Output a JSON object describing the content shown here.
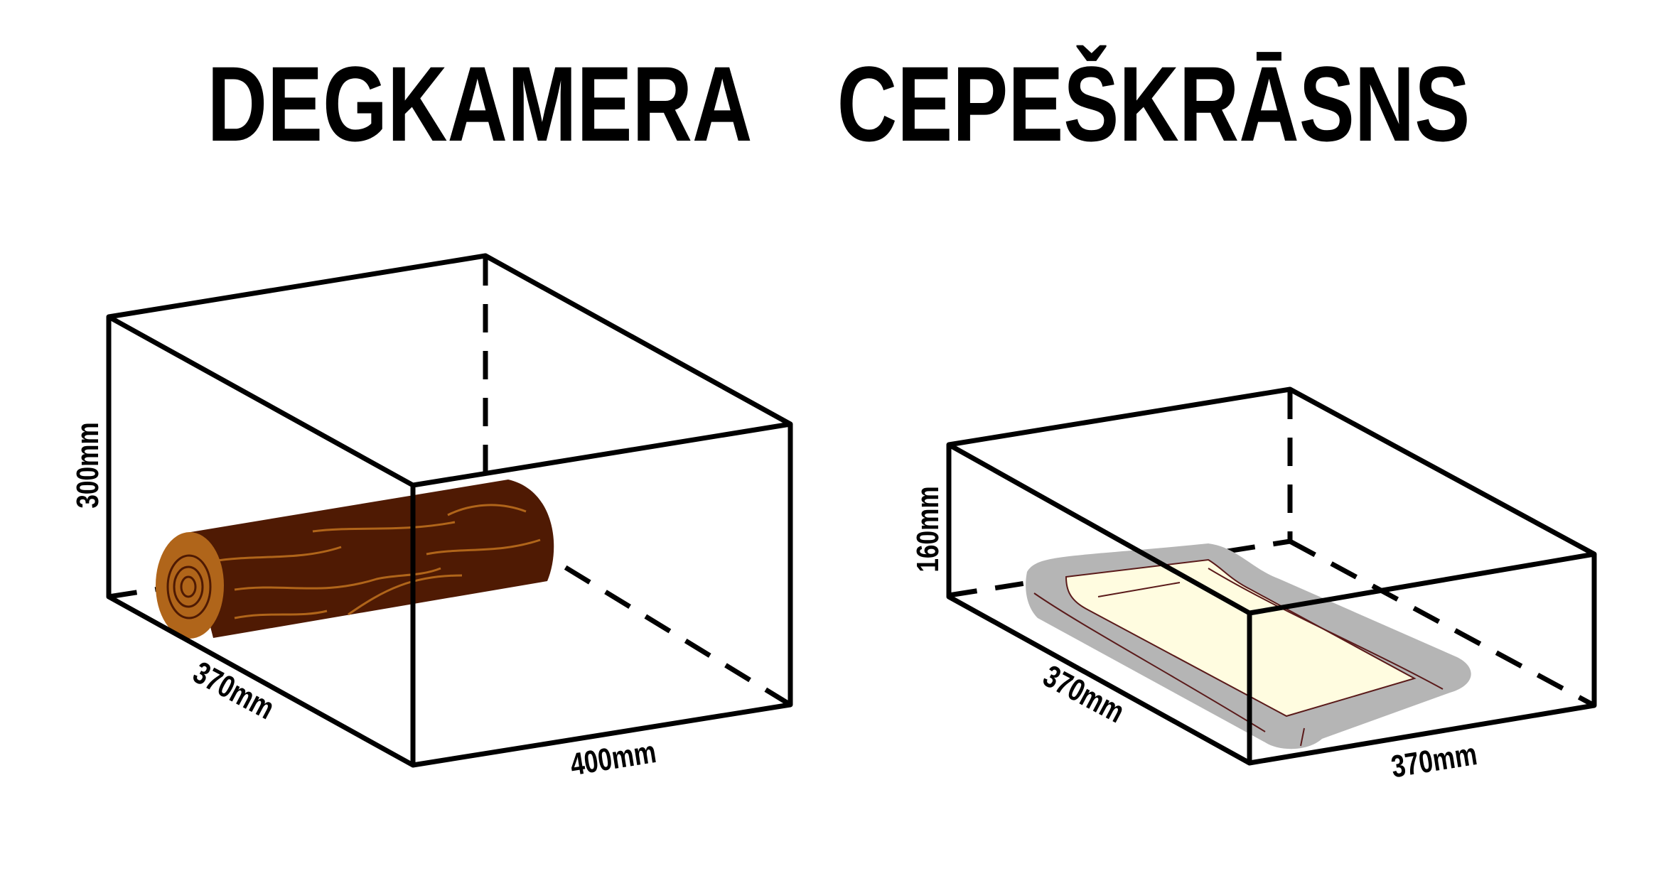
{
  "titles": {
    "firebox": "DEGKAMERA",
    "oven": "CEPEŠKRĀSNS"
  },
  "firebox_dimensions": {
    "height": "300mm",
    "depth": "370mm",
    "width": "400mm"
  },
  "oven_dimensions": {
    "height": "160mm",
    "depth": "370mm",
    "width": "370mm"
  },
  "colors": {
    "log_bark": "#4f1a03",
    "log_end": "#b0651a",
    "tray": "#b5b5b5",
    "food": "#fffce0"
  }
}
